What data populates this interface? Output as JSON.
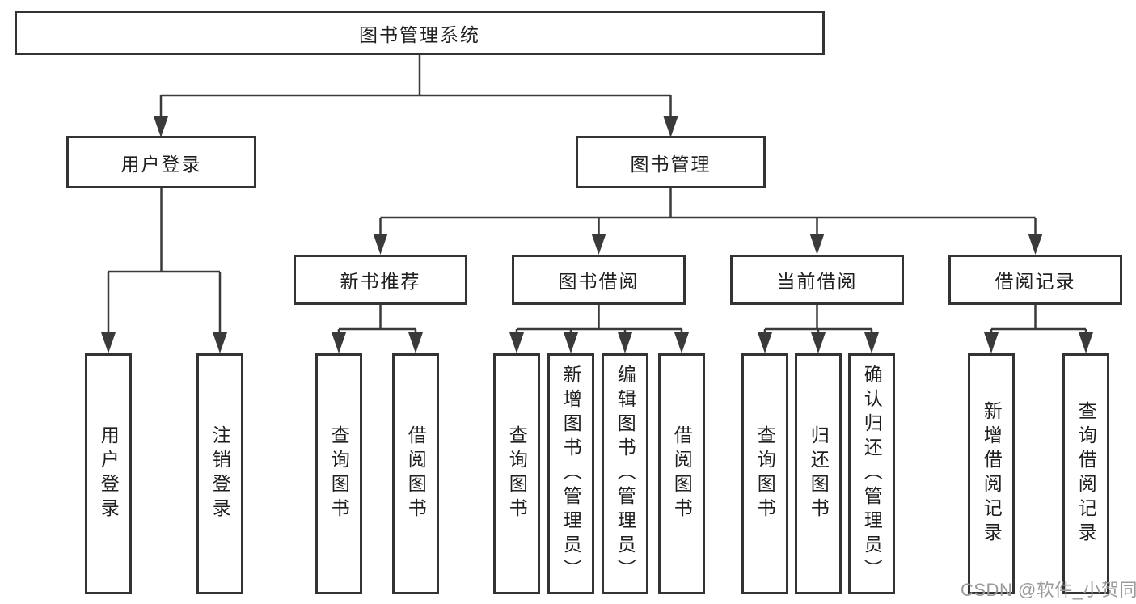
{
  "tree": {
    "root": {
      "label": "图书管理系统"
    },
    "branches": [
      {
        "label": "用户登录",
        "children": [
          {
            "label": "用户登录"
          },
          {
            "label": "注销登录"
          }
        ]
      },
      {
        "label": "图书管理",
        "children": [
          {
            "label": "新书推荐",
            "children": [
              {
                "label": "查询图书"
              },
              {
                "label": "借阅图书"
              }
            ]
          },
          {
            "label": "图书借阅",
            "children": [
              {
                "label": "查询图书"
              },
              {
                "label": "新增图书（管理员）"
              },
              {
                "label": "编辑图书（管理员）"
              },
              {
                "label": "借阅图书"
              }
            ]
          },
          {
            "label": "当前借阅",
            "children": [
              {
                "label": "查询图书"
              },
              {
                "label": "归还图书"
              },
              {
                "label": "确认归还（管理员）"
              }
            ]
          },
          {
            "label": "借阅记录",
            "children": [
              {
                "label": "新增借阅记录"
              },
              {
                "label": "查询借阅记录"
              }
            ]
          }
        ]
      }
    ]
  },
  "watermark": {
    "text": "CSDN @软件_小贺同学"
  },
  "colors": {
    "line": "#3a3a3a",
    "box_border": "#333333",
    "text": "#1f1f1f",
    "watermark": "#9a9a9a",
    "background": "#ffffff"
  }
}
